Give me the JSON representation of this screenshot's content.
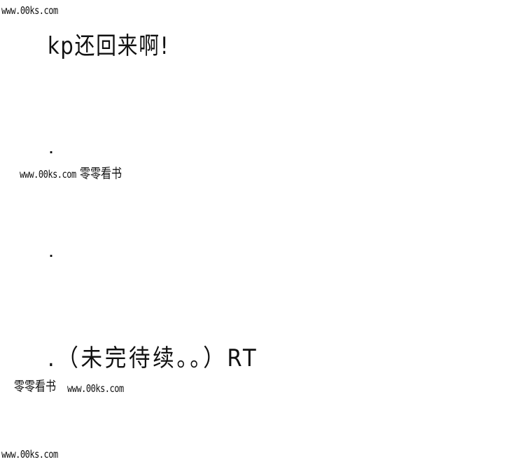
{
  "watermark_top": "www.00ks.com",
  "title": "kp还回来啊!",
  "dot1": ".",
  "watermark_mid": "www.00ks.com",
  "watermark_mid_cn": "零零看书",
  "dot2": ".",
  "status_text": ".（未完待续。。）RT",
  "watermark_lower_cn": "零零看书",
  "watermark_lower": "www.00ks.com",
  "watermark_bottom": "www.00ks.com"
}
